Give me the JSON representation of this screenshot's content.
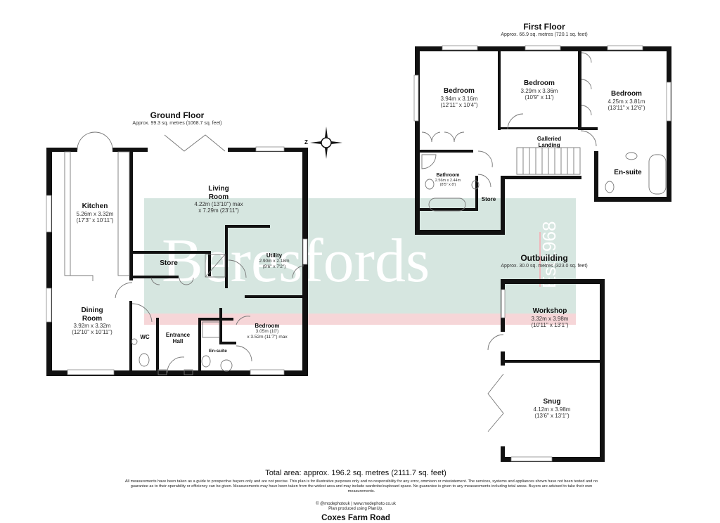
{
  "watermark": {
    "text": "Beresfords",
    "est": "Est 1968",
    "colors": {
      "green_band": "#d6e6e0",
      "pink_band": "#f6d6d8"
    }
  },
  "compass": {
    "label": "Z"
  },
  "ground_floor": {
    "title": "Ground Floor",
    "area": "Approx. 99.3 sq. metres (1068.7 sq. feet)",
    "rooms": {
      "kitchen": {
        "name": "Kitchen",
        "dim_m": "5.26m x 3.32m",
        "dim_ft": "(17'3\" x 10'11\")"
      },
      "living": {
        "name1": "Living",
        "name2": "Room",
        "dim_m": "4.22m (13'10\") max",
        "dim_ft": "x 7.29m (23'11\")"
      },
      "store": {
        "name": "Store"
      },
      "utility": {
        "name": "Utility",
        "dim_m": "2.90m x 2.18m",
        "dim_ft": "(9'6\" x 7'2\")"
      },
      "dining": {
        "name1": "Dining",
        "name2": "Room",
        "dim_m": "3.92m x 3.32m",
        "dim_ft": "(12'10\" x 10'11\")"
      },
      "wc": {
        "name": "WC"
      },
      "hall": {
        "name1": "Entrance",
        "name2": "Hall"
      },
      "ensuite": {
        "name": "En-suite"
      },
      "bedroom": {
        "name": "Bedroom",
        "dim_m": "3.05m (10')",
        "dim_ft": "x 3.52m (11'7\") max"
      }
    }
  },
  "first_floor": {
    "title": "First Floor",
    "area": "Approx. 66.9 sq. metres (720.1 sq. feet)",
    "rooms": {
      "bedroom1": {
        "name": "Bedroom",
        "dim_m": "3.94m x 3.16m",
        "dim_ft": "(12'11\" x 10'4\")"
      },
      "bedroom2": {
        "name": "Bedroom",
        "dim_m": "3.29m x 3.36m",
        "dim_ft": "(10'9\" x 11')"
      },
      "bedroom3": {
        "name": "Bedroom",
        "dim_m": "4.25m x 3.81m",
        "dim_ft": "(13'11\" x 12'6\")"
      },
      "landing": {
        "name1": "Galleried",
        "name2": "Landing"
      },
      "bathroom": {
        "name": "Bathroom",
        "dim_m": "2.56m x 2.44m",
        "dim_ft": "(8'5\" x 8')"
      },
      "store": {
        "name": "Store"
      },
      "ensuite": {
        "name": "En-suite"
      }
    }
  },
  "outbuilding": {
    "title": "Outbuilding",
    "area": "Approx. 30.0 sq. metres (323.0 sq. feet)",
    "rooms": {
      "workshop": {
        "name": "Workshop",
        "dim_m": "3.32m x 3.98m",
        "dim_ft": "(10'11\" x 13'1\")"
      },
      "snug": {
        "name": "Snug",
        "dim_m": "4.12m x 3.98m",
        "dim_ft": "(13'6\" x 13'1\")"
      }
    }
  },
  "footer": {
    "total_area": "Total area: approx. 196.2 sq. metres (2111.7 sq. feet)",
    "disclaimer": "All measurements have been taken as a guide to prospective buyers only and are not precise. This plan is for illustrative purposes only and no responsibility for any error, ommison or misstatement. The services, systems and appliances shown have not been tested and no guarantee as to their operability or efficiency can be given. Measurements may have been taken from the widest area and may include wardrobe/cupboard space. No guarantee is given to any measurements including total areas. Buyers are advised to take their own measurements.",
    "credit1": "© @modephotouk | www.modephoto.co.uk",
    "credit2": "Plan produced using PlanUp.",
    "address": "Coxes Farm Road"
  }
}
